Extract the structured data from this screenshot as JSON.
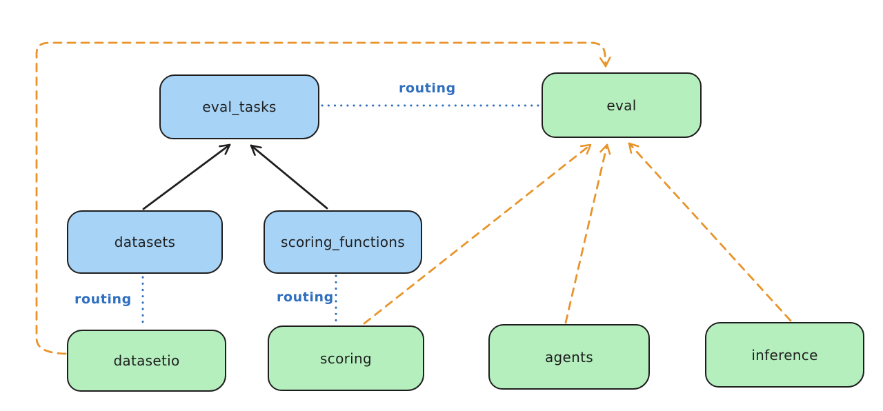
{
  "diagram": {
    "nodes": [
      {
        "id": "eval_tasks",
        "label": "eval_tasks",
        "kind": "resource",
        "color": "blue"
      },
      {
        "id": "eval",
        "label": "eval",
        "kind": "api",
        "color": "green"
      },
      {
        "id": "datasets",
        "label": "datasets",
        "kind": "resource",
        "color": "blue"
      },
      {
        "id": "scoring_functions",
        "label": "scoring_functions",
        "kind": "resource",
        "color": "blue"
      },
      {
        "id": "datasetio",
        "label": "datasetio",
        "kind": "api",
        "color": "green"
      },
      {
        "id": "scoring",
        "label": "scoring",
        "kind": "api",
        "color": "green"
      },
      {
        "id": "agents",
        "label": "agents",
        "kind": "api",
        "color": "green"
      },
      {
        "id": "inference",
        "label": "inference",
        "kind": "api",
        "color": "green"
      }
    ],
    "routing_labels": [
      "routing",
      "routing",
      "routing"
    ],
    "edges": [
      {
        "from": "datasets",
        "to": "eval_tasks",
        "style": "solid",
        "color": "black"
      },
      {
        "from": "scoring_functions",
        "to": "eval_tasks",
        "style": "solid",
        "color": "black"
      },
      {
        "from": "eval_tasks",
        "to": "eval",
        "style": "dotted",
        "color": "blue",
        "label": "routing"
      },
      {
        "from": "datasets",
        "to": "datasetio",
        "style": "dotted",
        "color": "blue",
        "label": "routing"
      },
      {
        "from": "scoring_functions",
        "to": "scoring",
        "style": "dotted",
        "color": "blue",
        "label": "routing"
      },
      {
        "from": "datasetio",
        "to": "eval",
        "style": "dashed",
        "color": "orange"
      },
      {
        "from": "scoring",
        "to": "eval",
        "style": "dashed",
        "color": "orange"
      },
      {
        "from": "agents",
        "to": "eval",
        "style": "dashed",
        "color": "orange"
      },
      {
        "from": "inference",
        "to": "eval",
        "style": "dashed",
        "color": "orange"
      }
    ],
    "colors": {
      "blue_fill": "#a7d3f6",
      "green_fill": "#b5efbe",
      "stroke": "#1e1e1e",
      "orange_edge": "#e8942a",
      "blue_edge": "#2f6fbf",
      "background": "#ffffff"
    }
  }
}
